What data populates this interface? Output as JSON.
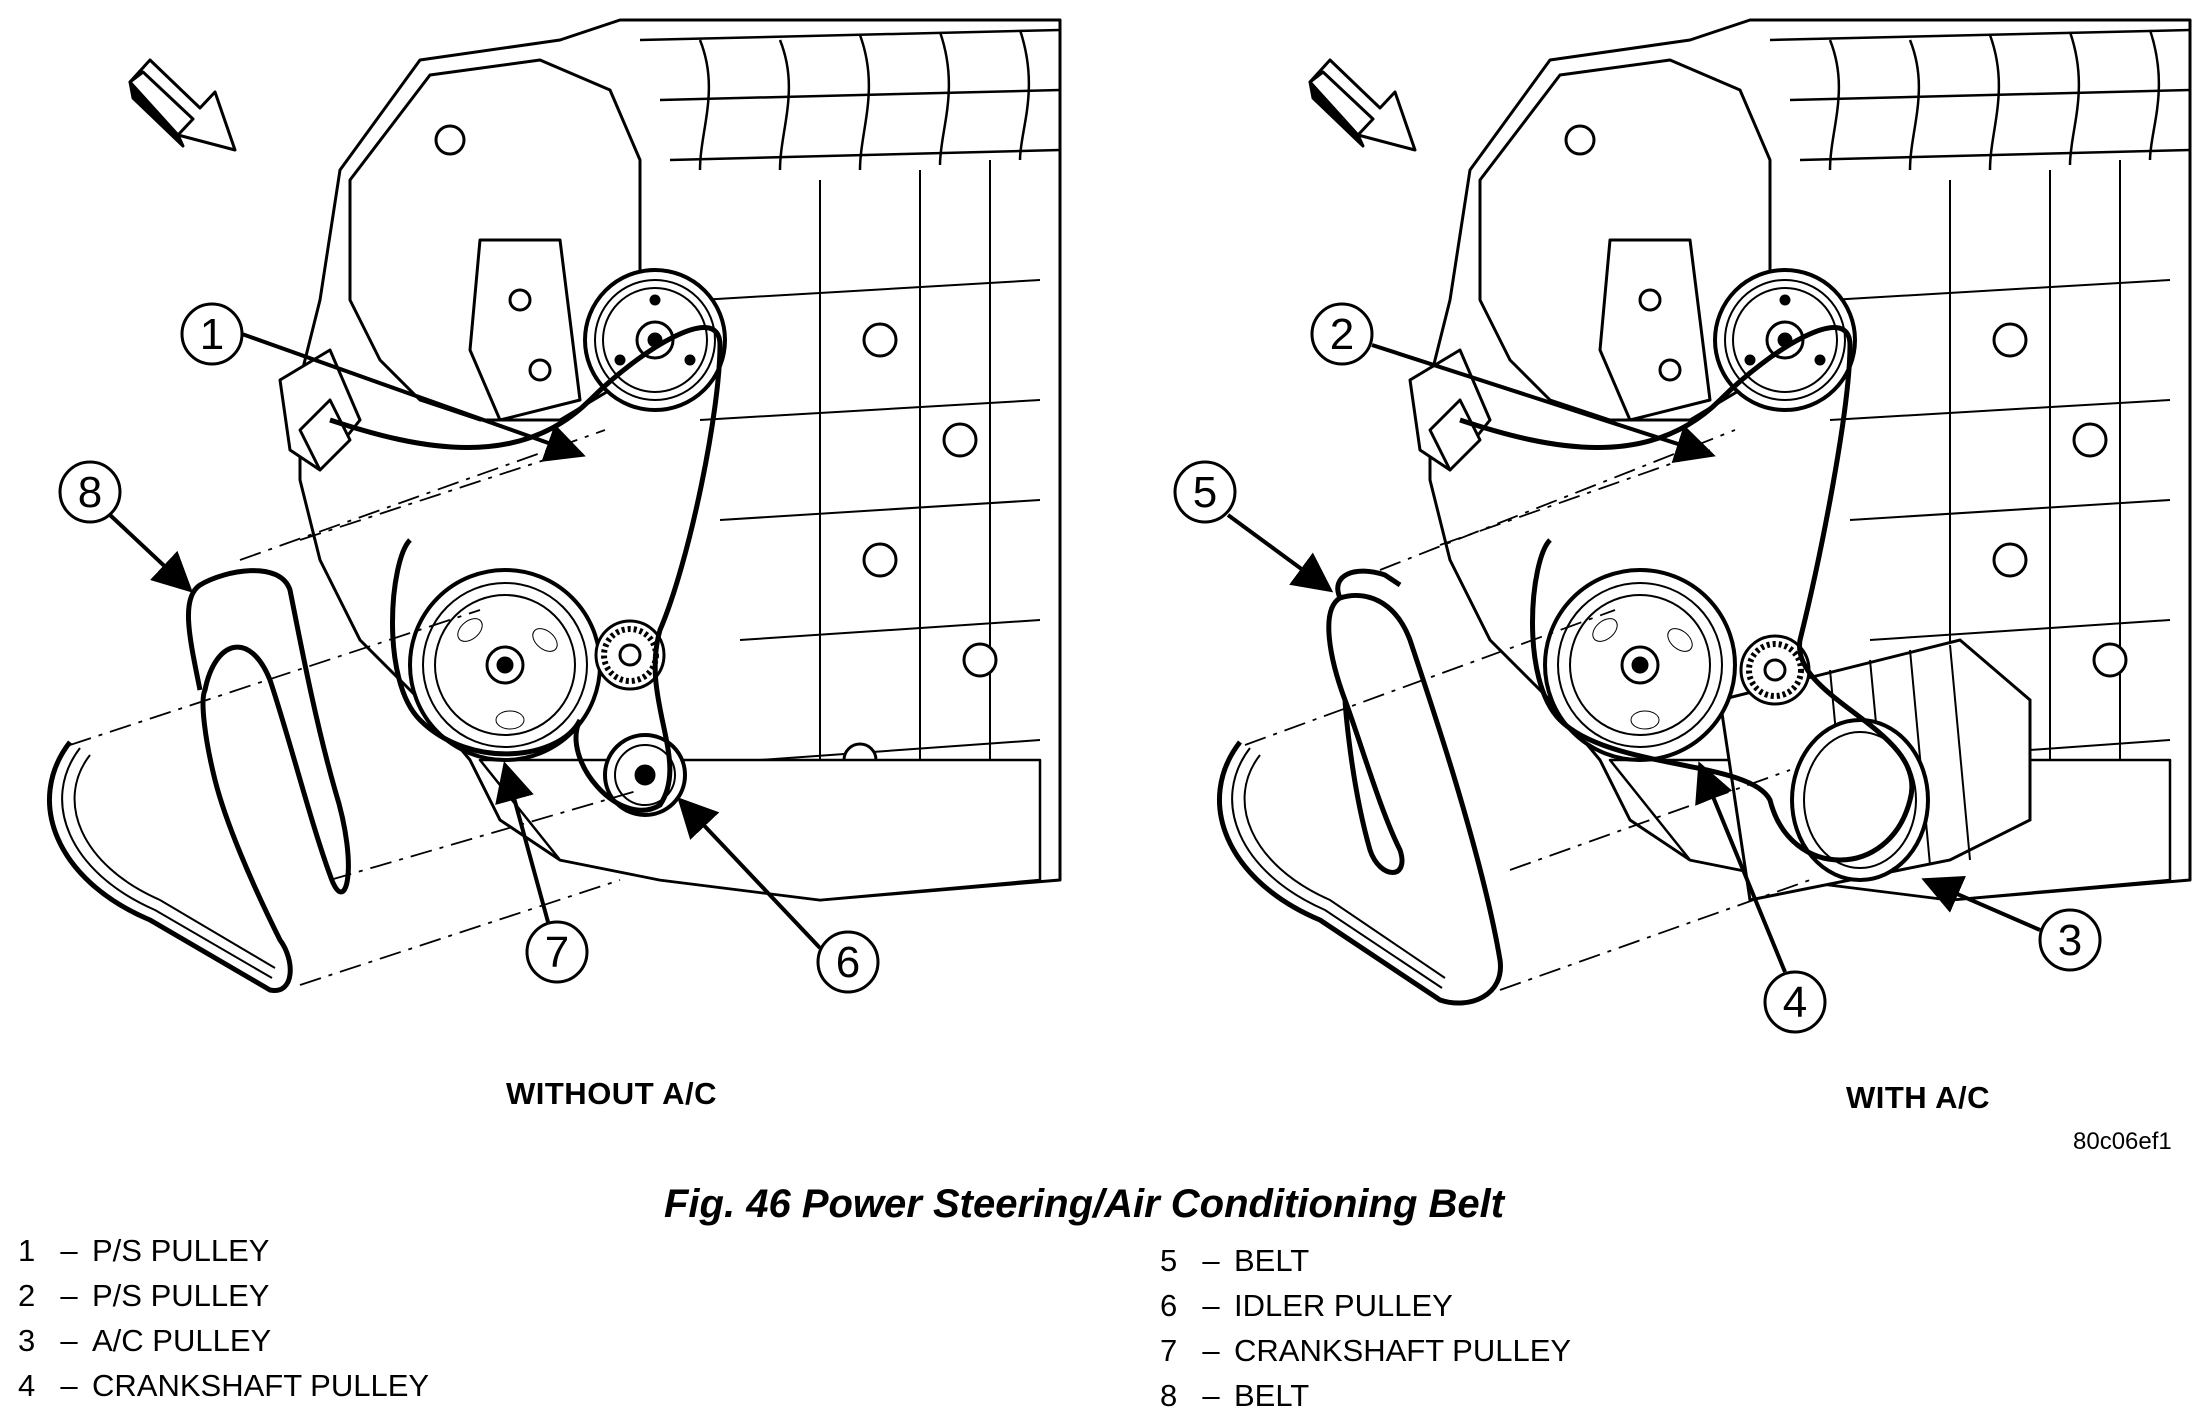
{
  "views": {
    "left": {
      "label": "WITHOUT A/C",
      "callouts": [
        "1",
        "8",
        "7",
        "6"
      ]
    },
    "right": {
      "label": "WITH A/C",
      "callouts": [
        "2",
        "5",
        "4",
        "3"
      ]
    }
  },
  "figure": {
    "code": "80c06ef1",
    "caption": "Fig. 46 Power Steering/Air Conditioning Belt"
  },
  "legend": {
    "separator": "–",
    "left_column": [
      {
        "num": "1",
        "label": "P/S PULLEY"
      },
      {
        "num": "2",
        "label": "P/S PULLEY"
      },
      {
        "num": "3",
        "label": "A/C PULLEY"
      },
      {
        "num": "4",
        "label": "CRANKSHAFT PULLEY"
      }
    ],
    "right_column": [
      {
        "num": "5",
        "label": "BELT"
      },
      {
        "num": "6",
        "label": "IDLER PULLEY"
      },
      {
        "num": "7",
        "label": "CRANKSHAFT PULLEY"
      },
      {
        "num": "8",
        "label": "BELT"
      }
    ]
  }
}
